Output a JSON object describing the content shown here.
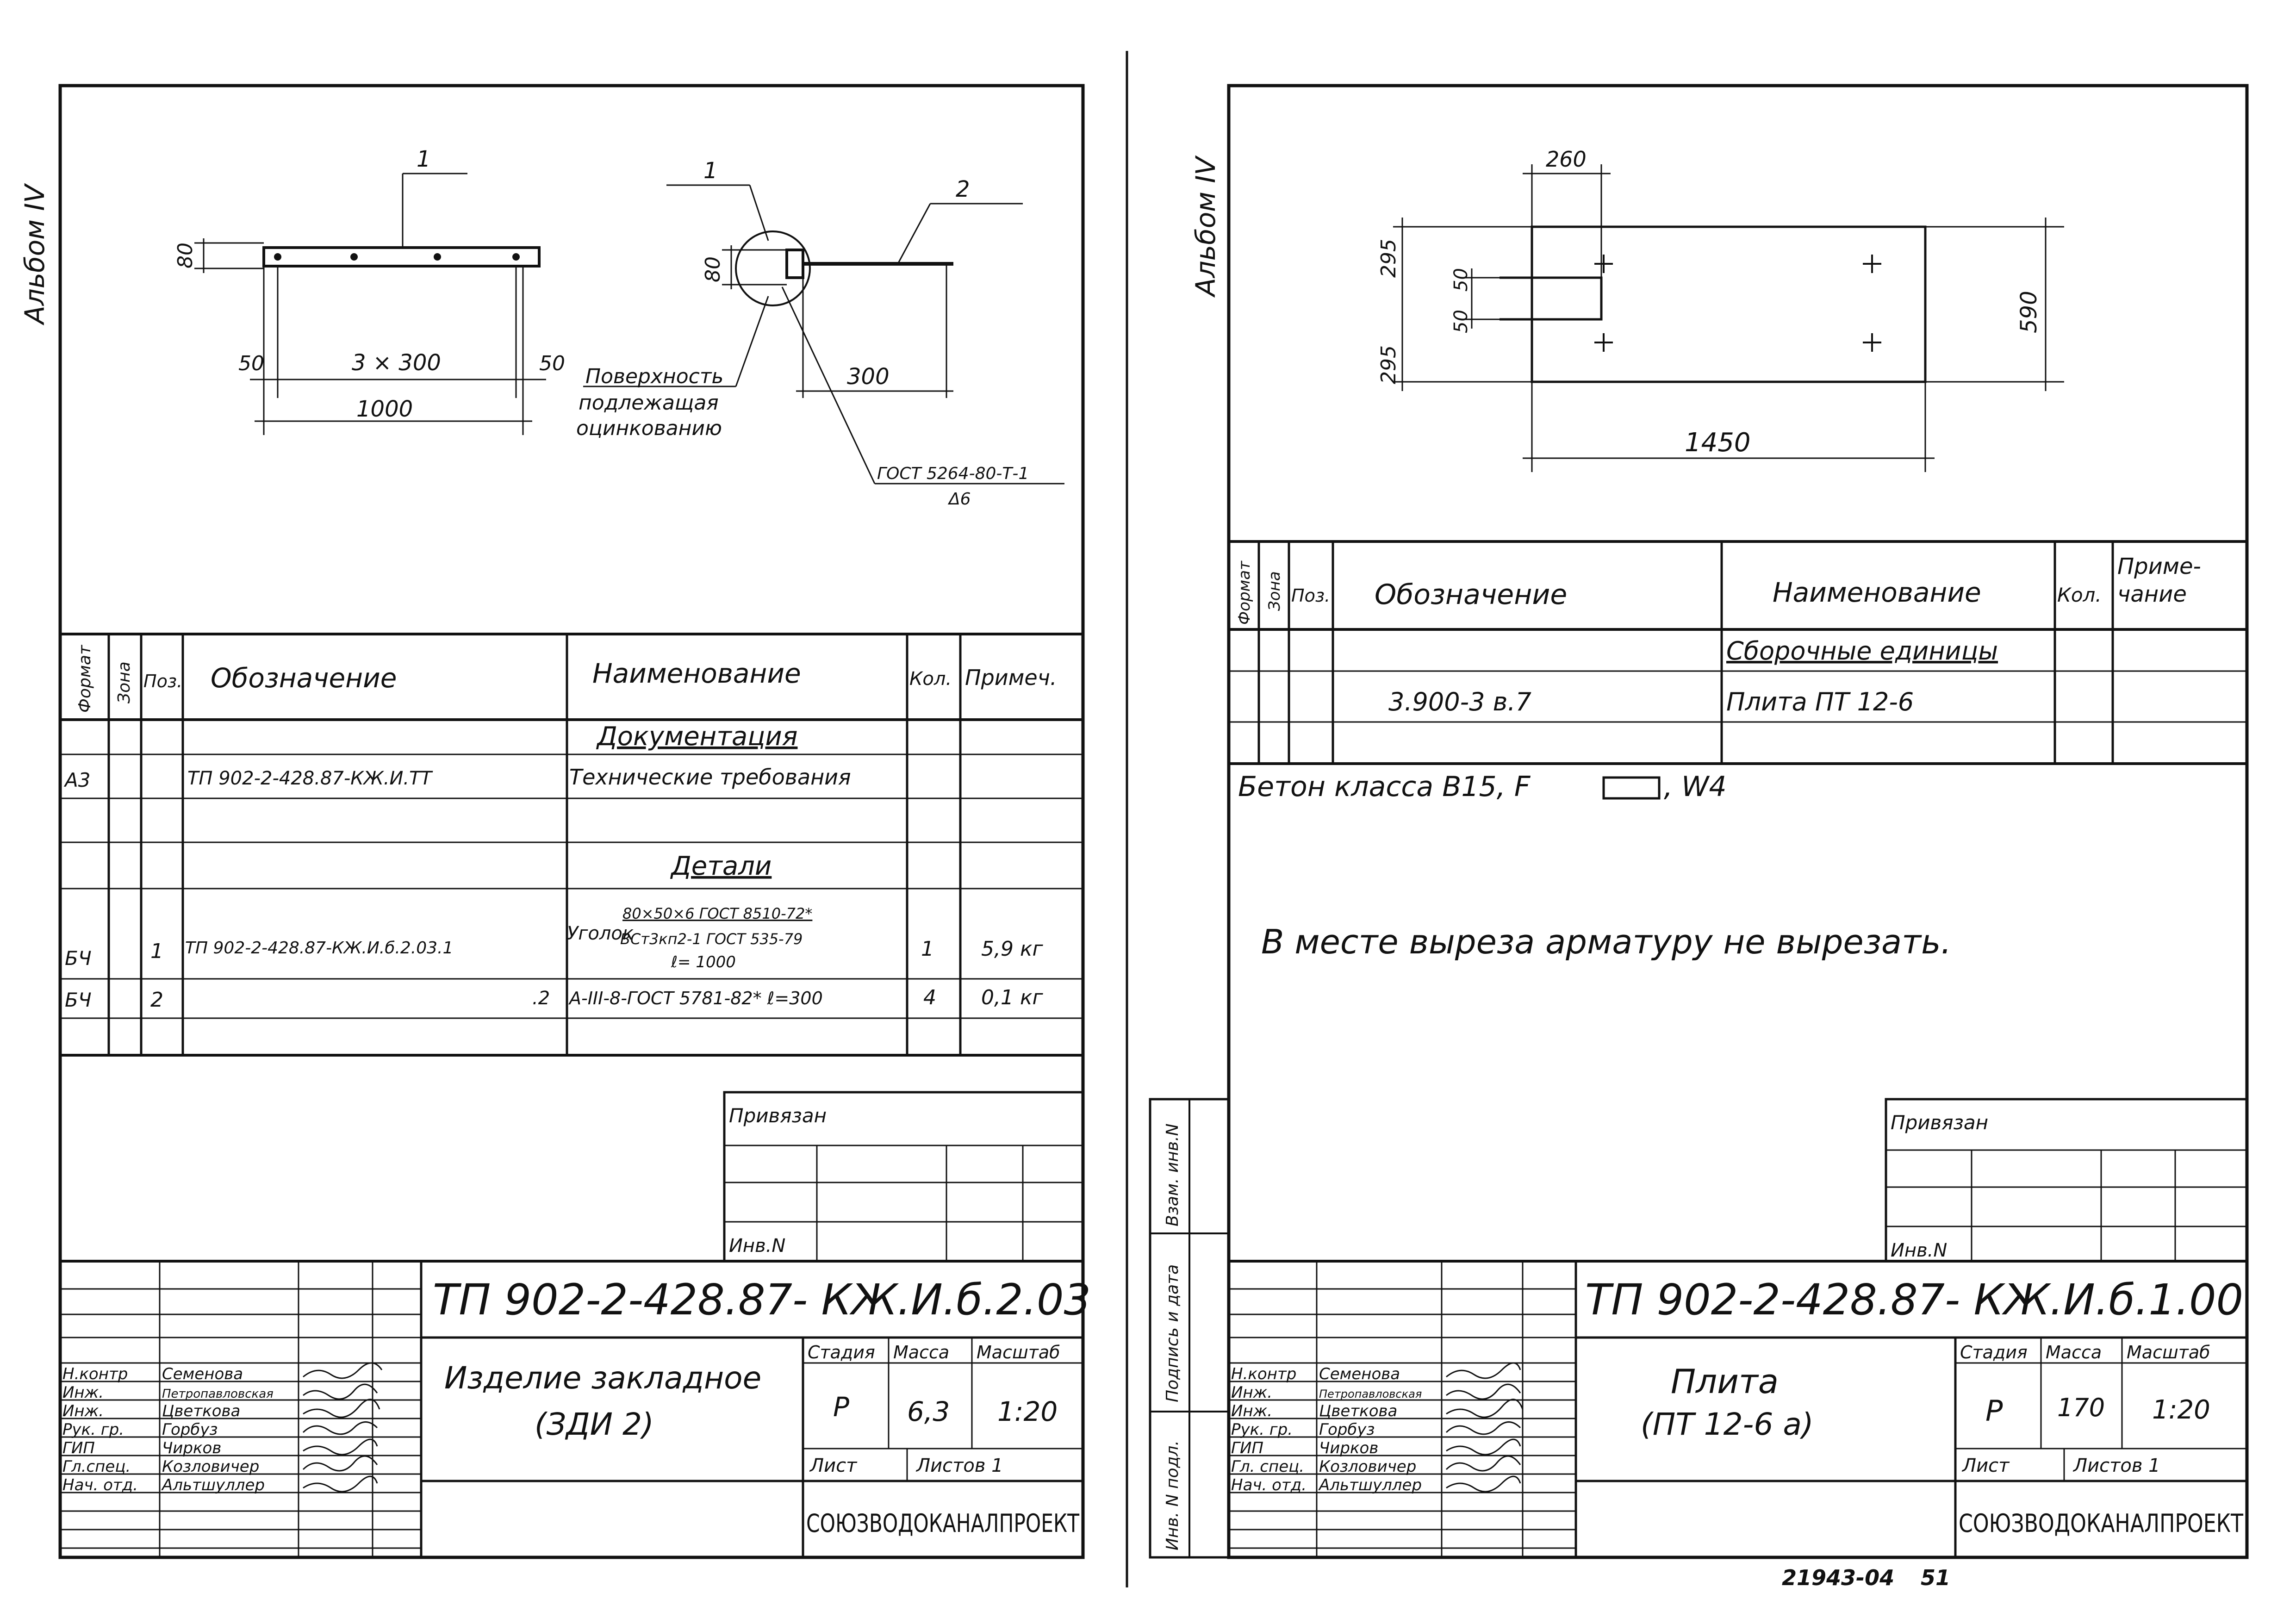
{
  "left_sheet": {
    "album": "Альбом IV",
    "drawing": {
      "pos1": "1",
      "pos1b": "1",
      "pos2": "2",
      "dim_80a": "80",
      "dim_80b": "80",
      "dim_50a": "50",
      "dim_50b": "50",
      "dim_3x300": "3 × 300",
      "dim_1000": "1000",
      "dim_300": "300",
      "surface_1": "Поверхность",
      "surface_2": "подлежащая",
      "surface_3": "оцинкованию",
      "weld_1": "ГОСТ 5264-80-Т-1",
      "weld_2": "Δ6"
    },
    "spec": {
      "headers": {
        "format": "Формат",
        "zone": "Зона",
        "pos": "Поз.",
        "designation": "Обозначение",
        "name": "Наименование",
        "qty": "Кол.",
        "note": "Примеч."
      },
      "section_docs": "Документация",
      "row_doc": {
        "format": "А3",
        "designation": "ТП 902-2-428.87-КЖ.И.ТТ",
        "name": "Технические требования"
      },
      "section_parts": "Детали",
      "row1": {
        "format": "БЧ",
        "pos": "1",
        "designation": "ТП 902-2-428.87-КЖ.И.б.2.03.1",
        "name_a": "Уголок",
        "name_b": "80×50×6 ГОСТ 8510-72*",
        "name_c": "ВСт3кп2-1 ГОСТ 535-79",
        "name_d": "ℓ= 1000",
        "qty": "1",
        "note": "5,9 кг"
      },
      "row2": {
        "format": "БЧ",
        "pos": "2",
        "designation": ".2",
        "name": "А-III-8-ГОСТ 5781-82* ℓ=300",
        "qty": "4",
        "note": "0,1 кг"
      }
    },
    "title_block": {
      "privyazan": "Привязан",
      "inv": "Инв.N",
      "code": "ТП 902-2-428.87- КЖ.И.б.2.03",
      "name_1": "Изделие закладное",
      "name_2": "(ЗДИ 2)",
      "stage_h": "Стадия",
      "mass_h": "Масса",
      "scale_h": "Масштаб",
      "stage": "Р",
      "mass": "6,3",
      "scale": "1:20",
      "sheet_h": "Лист",
      "sheets_h": "Листов 1",
      "org": "СОЮЗВОДОКАНАЛПРОЕКТ",
      "roles": [
        "Н.контр",
        "Инж.",
        "Инж.",
        "Рук. гр.",
        "ГИП",
        "Гл.спец.",
        "Нач. отд."
      ],
      "people": [
        "Семенова",
        "Петропавловская",
        "Цветкова",
        "Горбуз",
        "Чирков",
        "Козловичер",
        "Альтшуллер"
      ]
    }
  },
  "right_sheet": {
    "album": "Альбом IV",
    "drawing": {
      "dim_260": "260",
      "dim_295a": "295",
      "dim_295b": "295",
      "dim_50a": "50",
      "dim_50b": "50",
      "dim_590": "590",
      "dim_1450": "1450"
    },
    "spec": {
      "headers": {
        "format": "Формат",
        "zone": "Зона",
        "pos": "Поз.",
        "designation": "Обозначение",
        "name": "Наименование",
        "qty": "Кол.",
        "note_1": "Приме-",
        "note_2": "чание"
      },
      "section": "Сборочные единицы",
      "row1": {
        "designation": "3.900-3 в.7",
        "name": "Плита ПТ 12-6"
      }
    },
    "concrete_a": "Бетон класса В15, F",
    "concrete_b": ", W4",
    "note": "В месте выреза арматуру не вырезать.",
    "side_stamps": [
      "Взам. инв.N",
      "Подпись и дата",
      "Инв. N подл."
    ],
    "title_block": {
      "privyazan": "Привязан",
      "inv": "Инв.N",
      "code": "ТП 902-2-428.87- КЖ.И.б.1.00",
      "name_1": "Плита",
      "name_2": "(ПТ 12-6 а)",
      "stage_h": "Стадия",
      "mass_h": "Масса",
      "scale_h": "Масштаб",
      "stage": "Р",
      "mass": "170",
      "scale": "1:20",
      "sheet_h": "Лист",
      "sheets_h": "Листов 1",
      "org": "СОЮЗВОДОКАНАЛПРОЕКТ",
      "roles": [
        "Н.контр",
        "Инж.",
        "Инж.",
        "Рук. гр.",
        "ГИП",
        "Гл. спец.",
        "Нач. отд."
      ],
      "people": [
        "Семенова",
        "Петропавловская",
        "Цветкова",
        "Горбуз",
        "Чирков",
        "Козловичер",
        "Альтшуллер"
      ]
    }
  },
  "footer": {
    "archive": "21943-04",
    "page": "51"
  }
}
